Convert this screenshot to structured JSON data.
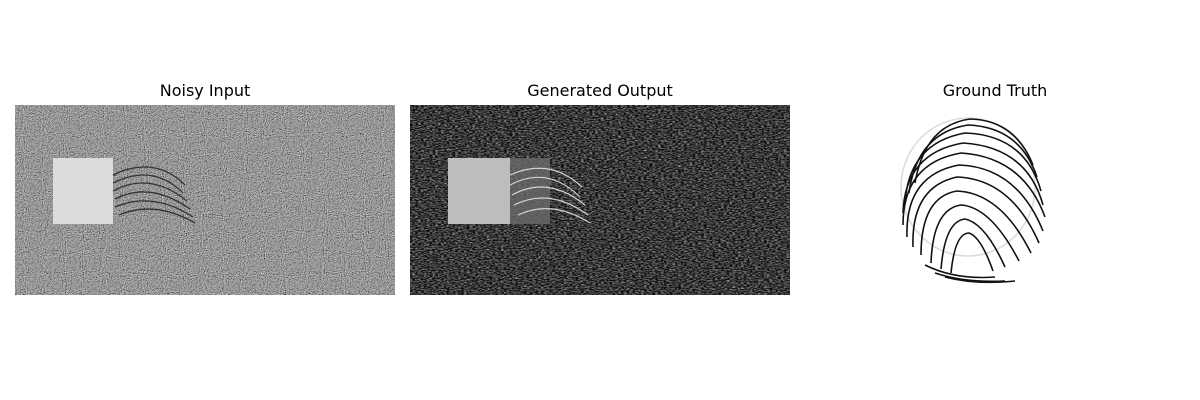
{
  "panels": [
    {
      "title": "Noisy Input"
    },
    {
      "title": "Generated Output"
    },
    {
      "title": "Ground Truth"
    }
  ],
  "colors": {
    "background": "#ffffff",
    "noise_dark": "#1a1a1a",
    "noise_light": "#e6e6e6",
    "patch_gray": "#d9d9d9",
    "ridge_black": "#111111"
  }
}
